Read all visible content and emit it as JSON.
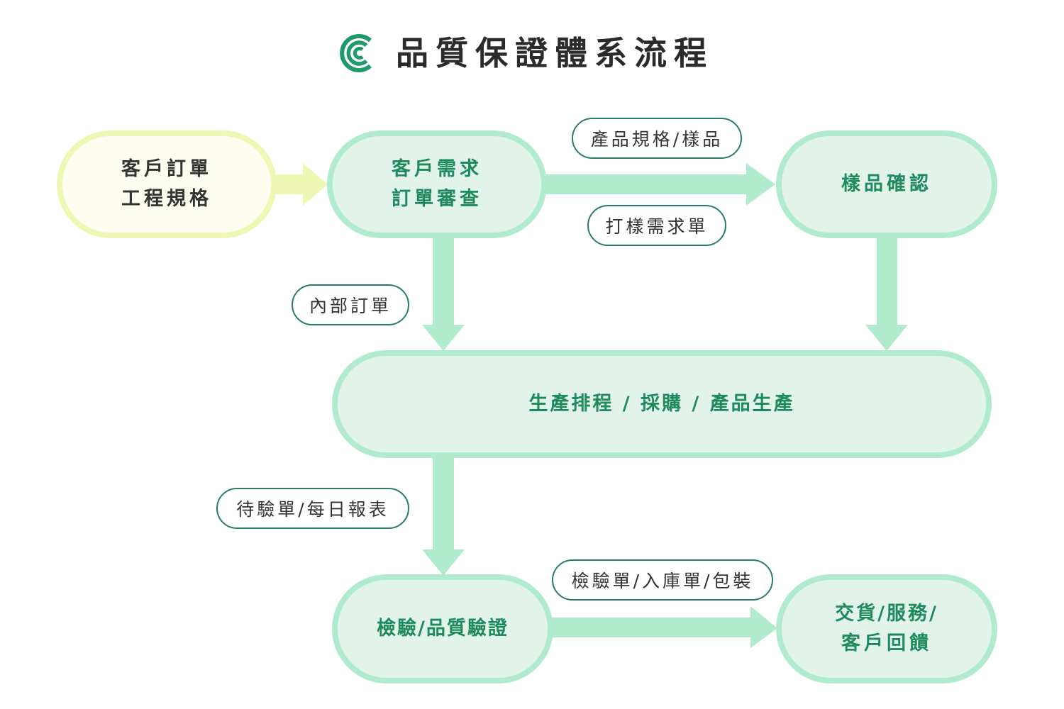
{
  "header": {
    "title": "品質保證體系流程",
    "logo_icon": "concentric-c-logo-icon",
    "logo_color": "#1f9a6a"
  },
  "colors": {
    "node_fill_green": "#e2f4ea",
    "node_border_green": "#b0ebce",
    "node_text_green": "#1f8a5e",
    "node_fill_yellow": "#fdfdf0",
    "node_border_yellow": "#eef8b4",
    "arrow_green": "#b0ebce",
    "arrow_yellow": "#eef8b4",
    "label_border": "#2a7e5e"
  },
  "nodes": {
    "customer_order": {
      "lines": [
        "客戶訂單",
        "工程規格"
      ]
    },
    "requirement_review": {
      "lines": [
        "客戶需求",
        "訂單審查"
      ]
    },
    "sample_confirm": {
      "lines": [
        "樣品確認"
      ]
    },
    "production": {
      "lines": [
        "生產排程 / 採購 / 產品生產"
      ]
    },
    "inspection": {
      "lines": [
        "檢驗/品質驗證"
      ]
    },
    "delivery": {
      "lines": [
        "交貨/服務/",
        "客戶回饋"
      ]
    }
  },
  "edge_labels": {
    "spec_sample": "產品規格/樣品",
    "sample_request": "打樣需求單",
    "internal_order": "內部訂單",
    "pending_report": "待驗單/每日報表",
    "inspect_stock_pack": "檢驗單/入庫單/包裝"
  }
}
